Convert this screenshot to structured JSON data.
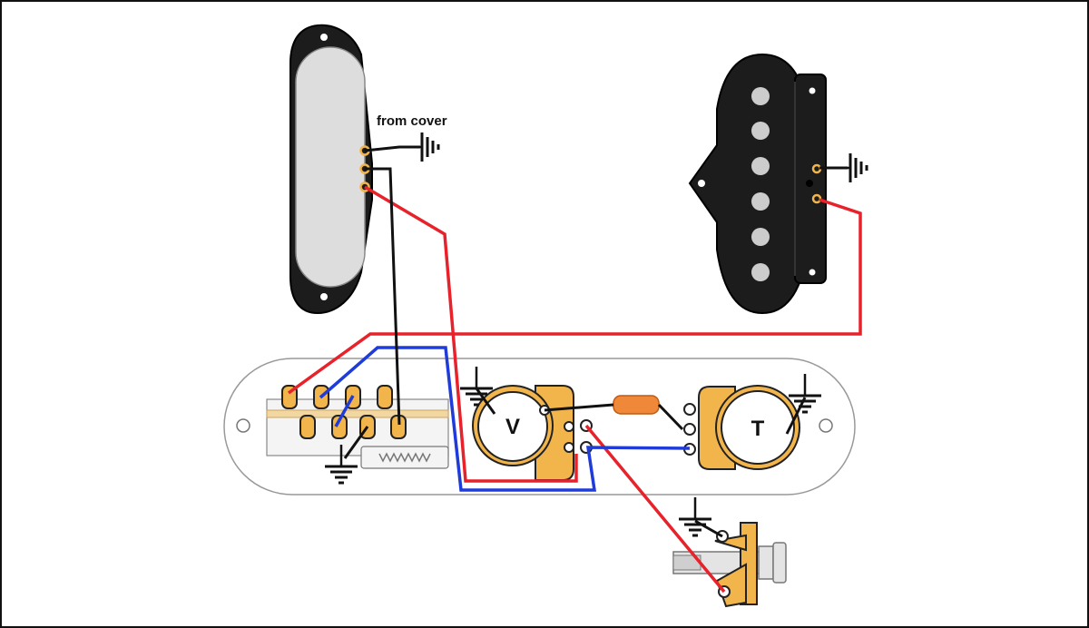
{
  "labels": {
    "from_cover": "from cover",
    "volume_pot": "V",
    "tone_pot": "T"
  },
  "colors": {
    "hot_wire": "#e8222a",
    "switch_wire": "#1f3bd8",
    "ground_wire": "#111111",
    "pickup_body": "#1c1c1c",
    "neck_cover": "#dddddd",
    "pot_body": "#f2b54c",
    "capacitor": "#f0883a",
    "plate_outline": "#999999"
  },
  "icons": [
    "ground-symbol-icon"
  ]
}
